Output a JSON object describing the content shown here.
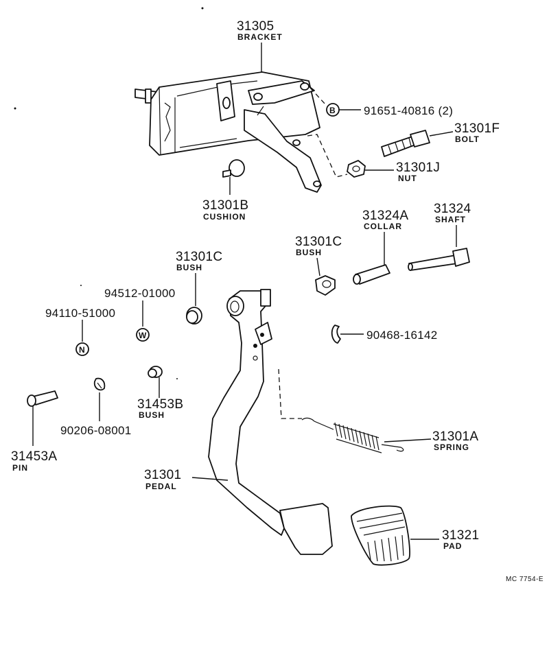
{
  "parts": {
    "bracket": {
      "number": "31305",
      "name": "BRACKET"
    },
    "bolt_b": {
      "symbol": "B",
      "number": "91651-40816 (2)"
    },
    "bolt": {
      "number": "31301F",
      "name": "BOLT"
    },
    "nut": {
      "number": "31301J",
      "name": "NUT"
    },
    "cushion": {
      "number": "31301B",
      "name": "CUSHION"
    },
    "collar": {
      "number": "31324A",
      "name": "COLLAR"
    },
    "shaft": {
      "number": "31324",
      "name": "SHAFT"
    },
    "bush_left": {
      "number": "31301C",
      "name": "BUSH"
    },
    "bush_right": {
      "number": "31301C",
      "name": "BUSH"
    },
    "washer_w": {
      "symbol": "W",
      "number": "94512-01000"
    },
    "nut_n": {
      "symbol": "N",
      "number": "94110-51000"
    },
    "clip": {
      "number": "90468-16142"
    },
    "bush_small": {
      "number": "31453B",
      "name": "BUSH"
    },
    "cotter": {
      "number": "90206-08001"
    },
    "pin": {
      "number": "31453A",
      "name": "PIN"
    },
    "spring": {
      "number": "31301A",
      "name": "SPRING"
    },
    "pedal": {
      "number": "31301",
      "name": "PEDAL"
    },
    "pad": {
      "number": "31321",
      "name": "PAD"
    }
  },
  "footer": {
    "code": "MC  7754-E"
  }
}
